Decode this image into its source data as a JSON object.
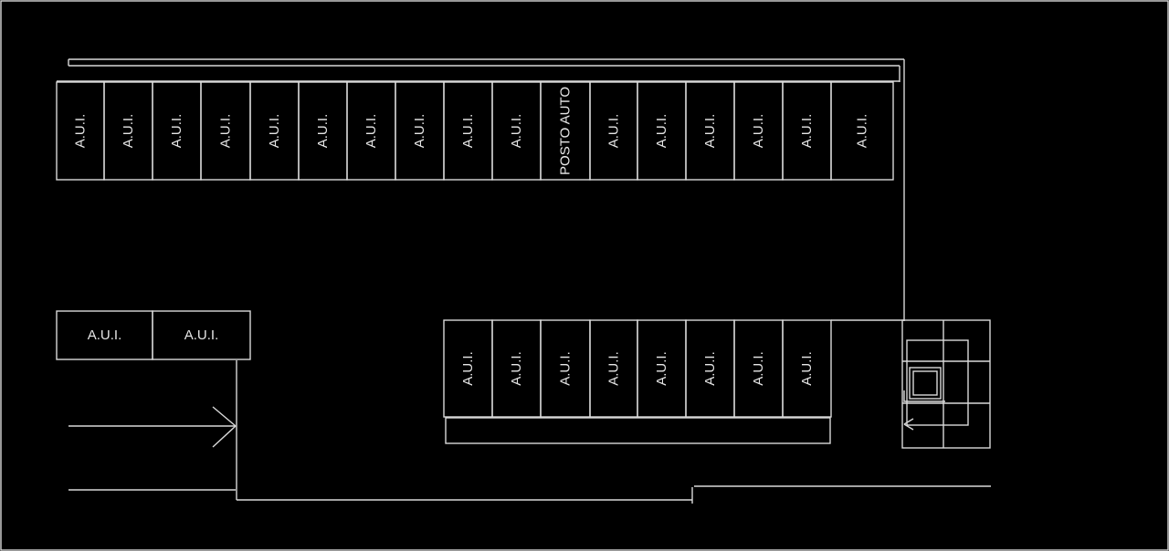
{
  "colors": {
    "background": "#000000",
    "linework": "#d9d9d9",
    "text": "#e6e6e6"
  },
  "top_row": [
    "A.U.I.",
    "A.U.I.",
    "A.U.I.",
    "A.U.I.",
    "A.U.I.",
    "A.U.I.",
    "A.U.I.",
    "A.U.I.",
    "A.U.I.",
    "A.U.I.",
    "POSTO AUTO",
    "A.U.I.",
    "A.U.I.",
    "A.U.I.",
    "A.U.I.",
    "A.U.I.",
    "A.U.I."
  ],
  "left_row": [
    "A.U.I.",
    "A.U.I."
  ],
  "middle_row": [
    "A.U.I.",
    "A.U.I.",
    "A.U.I.",
    "A.U.I.",
    "A.U.I.",
    "A.U.I.",
    "A.U.I.",
    "A.U.I."
  ]
}
